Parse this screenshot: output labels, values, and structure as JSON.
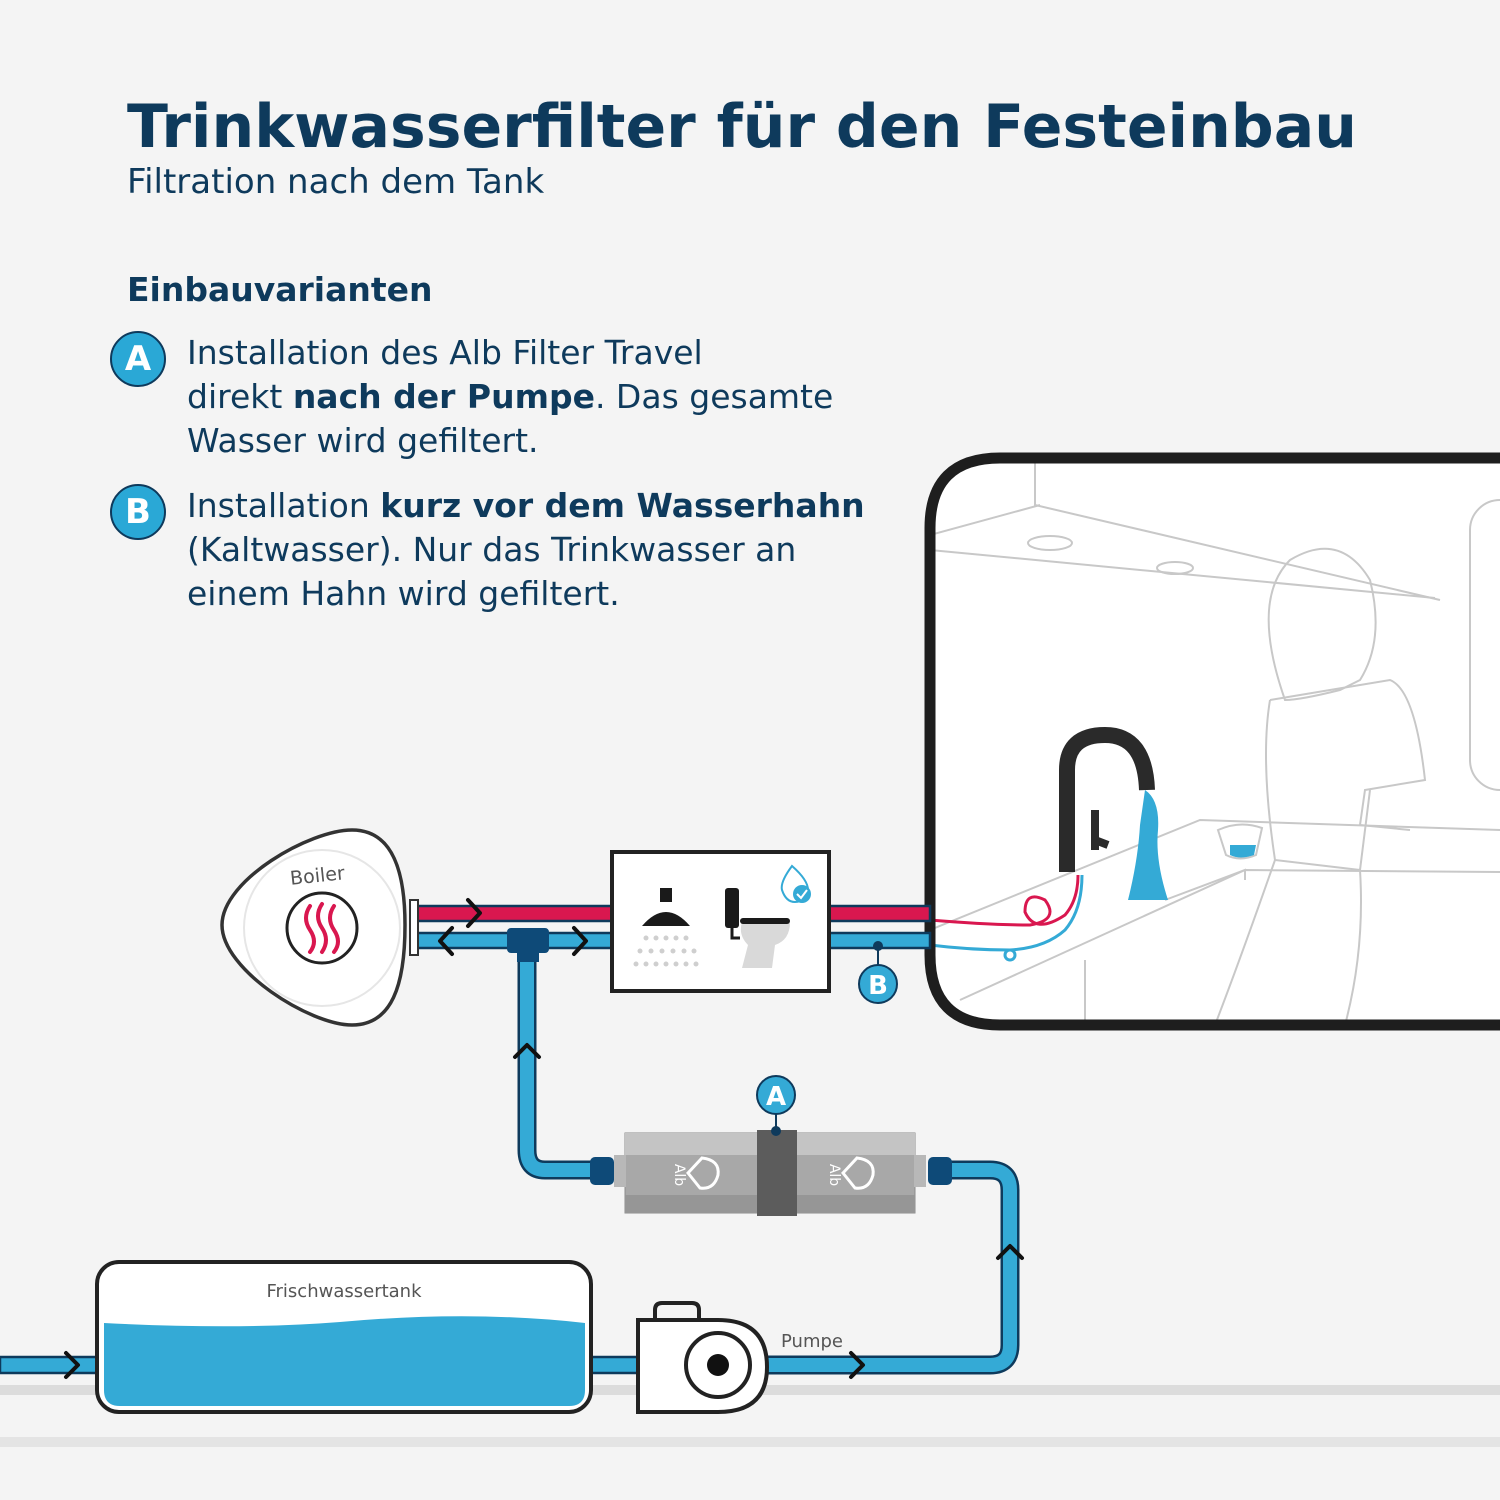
{
  "header": {
    "title": "Trinkwasserfilter für den Festeinbau",
    "subtitle": "Filtration nach dem Tank"
  },
  "section_title": "Einbauvarianten",
  "variants": [
    {
      "badge": "A",
      "line1": "Installation des Alb Filter Travel",
      "line2_pre": "direkt ",
      "line2_bold": "nach der Pumpe",
      "line2_post": ". Das gesamte",
      "line3": "Wasser wird gefiltert."
    },
    {
      "badge": "B",
      "line1_pre": "Installation ",
      "line1_bold": "kurz vor dem Wasserhahn",
      "line2": "(Kaltwasser). Nur das Trinkwasser an",
      "line3": "einem Hahn wird gefiltert."
    }
  ],
  "diagram": {
    "boiler_label": "Boiler",
    "tank_label": "Frischwassertank",
    "pump_label": "Pumpe",
    "filter_brand": "Alb",
    "marker_a": "A",
    "marker_b": "B"
  },
  "colors": {
    "navy": "#0e3a5c",
    "water_blue": "#34aad6",
    "hot_red": "#d9174f",
    "background": "#f4f4f4"
  },
  "icons": [
    "shower-icon",
    "toilet-icon",
    "water-check-icon",
    "heat-icon"
  ]
}
